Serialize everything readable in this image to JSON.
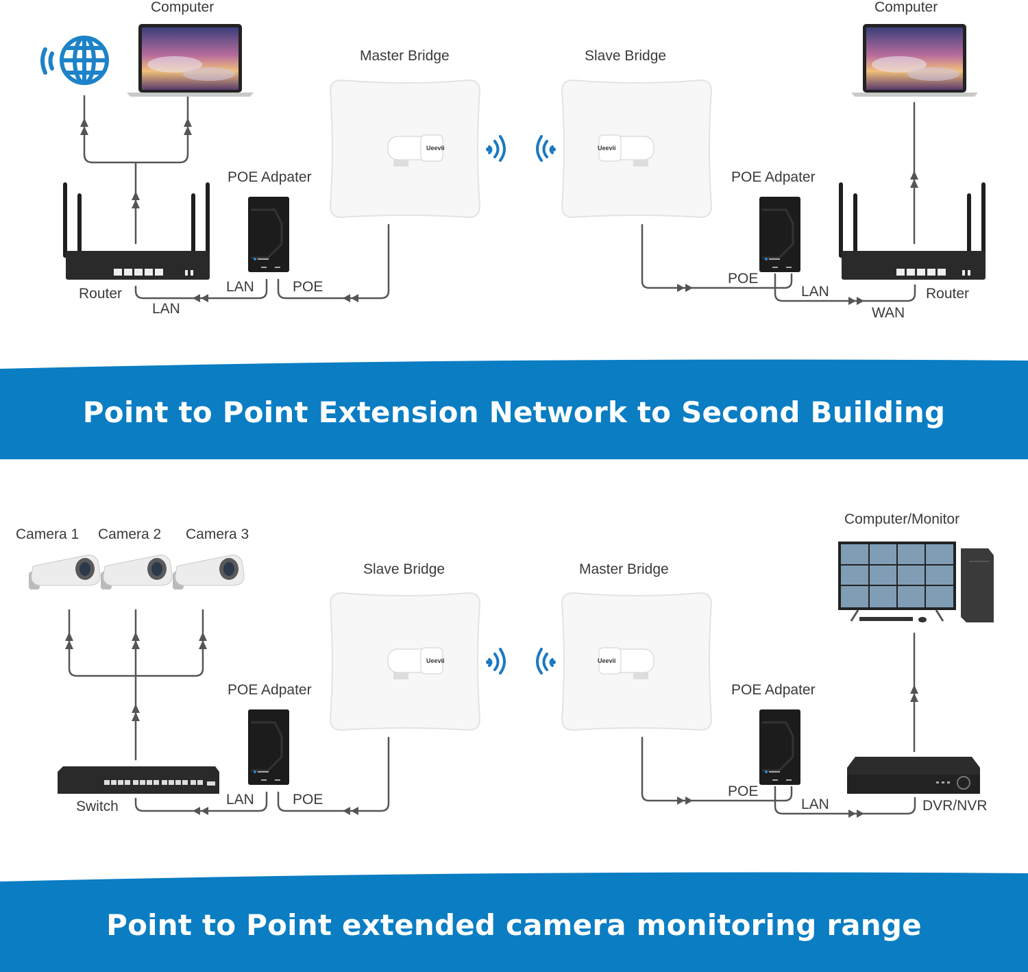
{
  "colors": {
    "banner": "#0a7dc3",
    "wire": "#555555",
    "signal": "#1a79c2",
    "globe": "#1d82c8"
  },
  "section1": {
    "banner_title": "Point to Point Extension Network to Second Building",
    "left": {
      "computer": "Computer",
      "master_bridge": "Master Bridge",
      "poe_adapter": "POE Adpater",
      "router": "Router",
      "lan_router": "LAN",
      "lan_poe": "LAN",
      "poe": "POE"
    },
    "right": {
      "computer": "Computer",
      "slave_bridge": "Slave Bridge",
      "poe_adapter": "POE Adpater",
      "poe": "POE",
      "lan": "LAN",
      "router": "Router",
      "wan": "WAN"
    },
    "brand": "Ueevii"
  },
  "section2": {
    "banner_title": "Point to Point extended camera monitoring range",
    "left": {
      "camera1": "Camera 1",
      "camera2": "Camera 2",
      "camera3": "Camera 3",
      "slave_bridge": "Slave Bridge",
      "poe_adapter": "POE Adpater",
      "switch": "Switch",
      "lan": "LAN",
      "poe": "POE"
    },
    "right": {
      "monitor": "Computer/Monitor",
      "master_bridge": "Master Bridge",
      "poe_adapter": "POE Adpater",
      "poe": "POE",
      "lan": "LAN",
      "dvr": "DVR/NVR"
    },
    "brand": "Ueevii"
  },
  "icons": [
    "wifi-globe-icon",
    "laptop-icon",
    "router-icon",
    "poe-adapter-icon",
    "bridge-antenna-icon",
    "wifi-signal-icon",
    "camera-icon",
    "switch-icon",
    "monitor-icon",
    "dvr-icon"
  ]
}
